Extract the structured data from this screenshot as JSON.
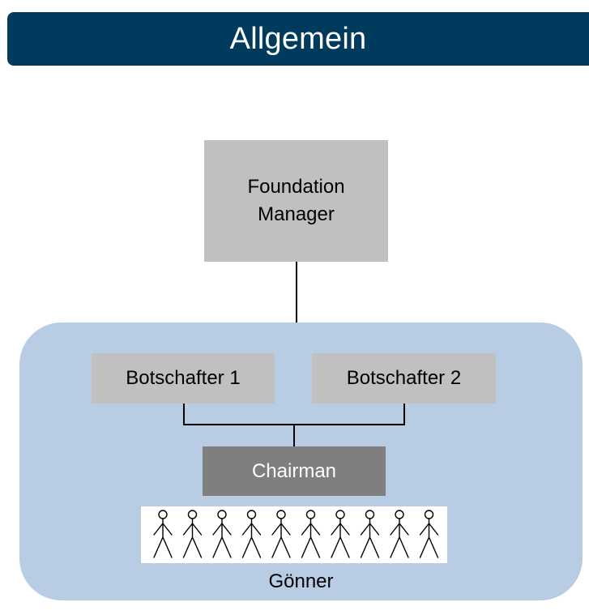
{
  "header": {
    "title": "Allgemein"
  },
  "diagram": {
    "manager_line1": "Foundation",
    "manager_line2": "Manager",
    "ambassador1": "Botschafter 1",
    "ambassador2": "Botschafter 2",
    "chairman": "Chairman",
    "patrons": "Gönner",
    "patron_figure_count": 10
  },
  "colors": {
    "header_bg": "#003a5c",
    "header_text": "#ffffff",
    "box_gray": "#c0c0c0",
    "chairman_bg": "#7f7f7f",
    "group_bg": "#b8cce4"
  },
  "icons": {
    "patron_figure": "stick-figure-icon"
  }
}
